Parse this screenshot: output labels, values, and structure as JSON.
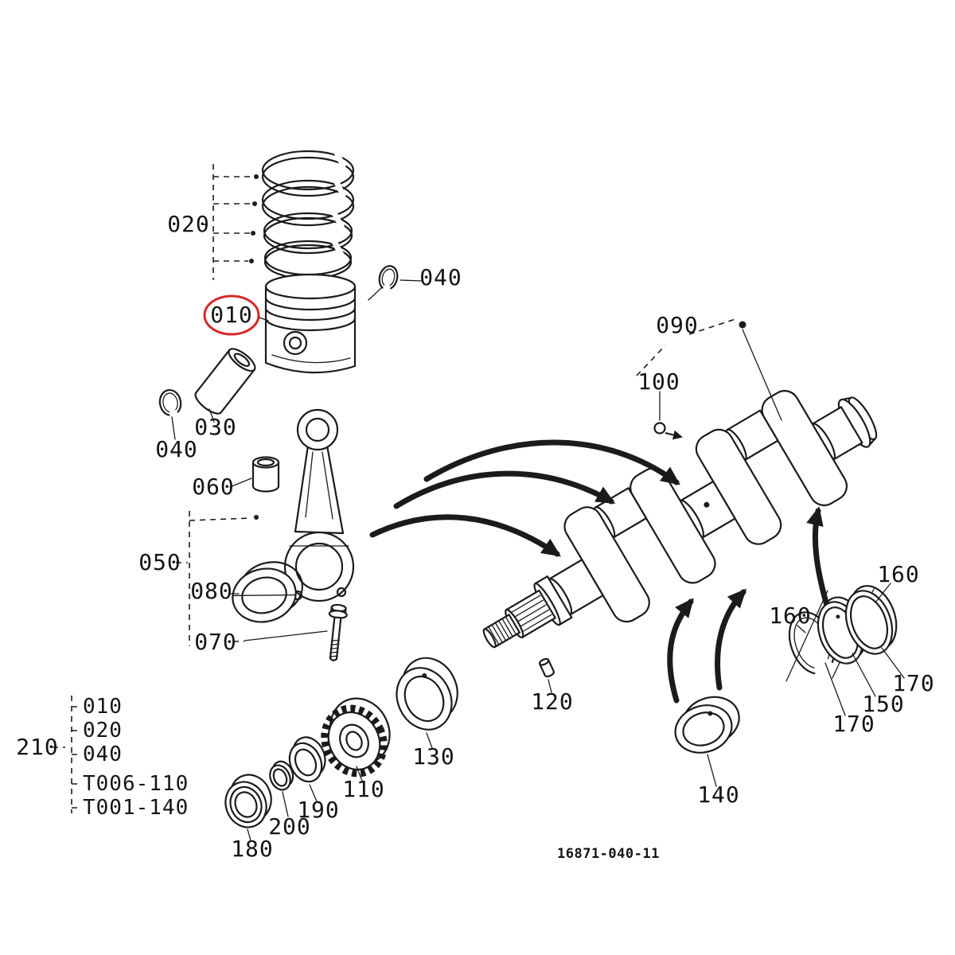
{
  "diagram": {
    "description": "exploded parts diagram of engine piston, connecting rod and crankshaft",
    "drawing_number": "16871-040-11",
    "highlight_color": "#d42a2a",
    "line_color": "#1b1b1b",
    "labels": {
      "p010": "010",
      "p020": "020",
      "p030": "030",
      "p040_top": "040",
      "p040_left": "040",
      "p050": "050",
      "p060": "060",
      "p070": "070",
      "p080": "080",
      "p090": "090",
      "p100": "100",
      "p110": "110",
      "p120": "120",
      "p130": "130",
      "p140": "140",
      "p150": "150",
      "p160_left": "160",
      "p160_right": "160",
      "p170_left": "170",
      "p170_right": "170",
      "p180": "180",
      "p190": "190",
      "p200": "200"
    },
    "group_210": {
      "label": "210",
      "items": [
        "010",
        "020",
        "040",
        "T006-110",
        "T001-140"
      ]
    }
  }
}
